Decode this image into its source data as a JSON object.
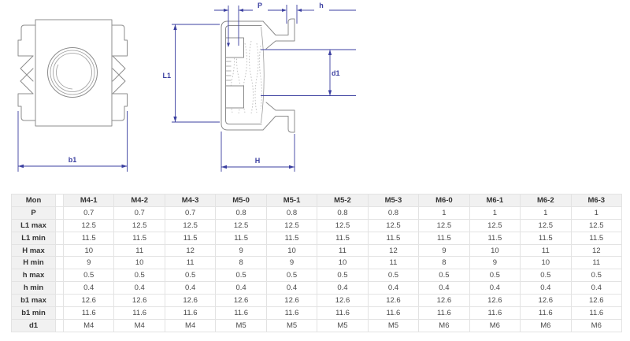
{
  "diagram": {
    "labels": {
      "b1": "b1",
      "P": "P",
      "h": "h",
      "L1": "L1",
      "d1": "d1",
      "H": "H"
    },
    "colors": {
      "dimension_blue": "#3b3fa0",
      "drawing_gray": "#8c8c8c",
      "table_border": "#e3e3e3",
      "header_bg": "#f1f1f1"
    }
  },
  "table": {
    "header": [
      "Mon",
      "M4-1",
      "M4-2",
      "M4-3",
      "M5-0",
      "M5-1",
      "M5-2",
      "M5-3",
      "M6-0",
      "M6-1",
      "M6-2",
      "M6-3"
    ],
    "rows": [
      {
        "label": "P",
        "values": [
          "0.7",
          "0.7",
          "0.7",
          "0.8",
          "0.8",
          "0.8",
          "0.8",
          "1",
          "1",
          "1",
          "1"
        ]
      },
      {
        "label": "L1 max",
        "values": [
          "12.5",
          "12.5",
          "12.5",
          "12.5",
          "12.5",
          "12.5",
          "12.5",
          "12.5",
          "12.5",
          "12.5",
          "12.5"
        ]
      },
      {
        "label": "L1 min",
        "values": [
          "11.5",
          "11.5",
          "11.5",
          "11.5",
          "11.5",
          "11.5",
          "11.5",
          "11.5",
          "11.5",
          "11.5",
          "11.5"
        ]
      },
      {
        "label": "H max",
        "values": [
          "10",
          "11",
          "12",
          "9",
          "10",
          "11",
          "12",
          "9",
          "10",
          "11",
          "12"
        ]
      },
      {
        "label": "H min",
        "values": [
          "9",
          "10",
          "11",
          "8",
          "9",
          "10",
          "11",
          "8",
          "9",
          "10",
          "11"
        ]
      },
      {
        "label": "h max",
        "values": [
          "0.5",
          "0.5",
          "0.5",
          "0.5",
          "0.5",
          "0.5",
          "0.5",
          "0.5",
          "0.5",
          "0.5",
          "0.5"
        ]
      },
      {
        "label": "h min",
        "values": [
          "0.4",
          "0.4",
          "0.4",
          "0.4",
          "0.4",
          "0.4",
          "0.4",
          "0.4",
          "0.4",
          "0.4",
          "0.4"
        ]
      },
      {
        "label": "b1 max",
        "values": [
          "12.6",
          "12.6",
          "12.6",
          "12.6",
          "12.6",
          "12.6",
          "12.6",
          "12.6",
          "12.6",
          "12.6",
          "12.6"
        ]
      },
      {
        "label": "b1 min",
        "values": [
          "11.6",
          "11.6",
          "11.6",
          "11.6",
          "11.6",
          "11.6",
          "11.6",
          "11.6",
          "11.6",
          "11.6",
          "11.6"
        ]
      },
      {
        "label": "d1",
        "values": [
          "M4",
          "M4",
          "M4",
          "M5",
          "M5",
          "M5",
          "M5",
          "M6",
          "M6",
          "M6",
          "M6"
        ]
      }
    ]
  }
}
